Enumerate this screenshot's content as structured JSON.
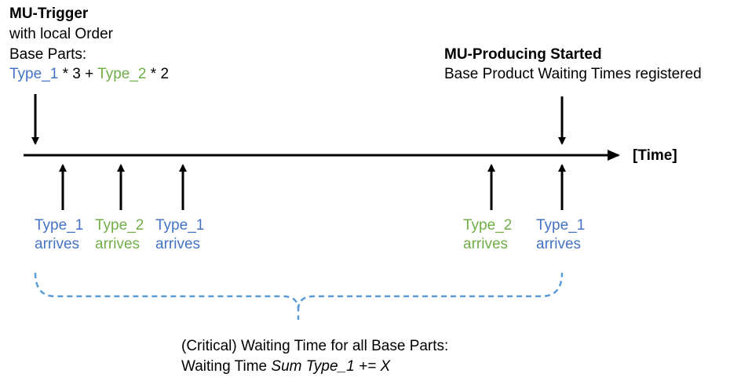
{
  "trigger": {
    "title": "MU-Trigger",
    "subtitle": "with local Order",
    "base_parts_label": "Base Parts:",
    "formula": {
      "type1": "Type_1",
      "mult1": " * 3 + ",
      "type2": "Type_2",
      "mult2": " * 2"
    }
  },
  "producing": {
    "title": "MU-Producing Started",
    "subtitle": "Base Product Waiting Times registered"
  },
  "timeline": {
    "axis_label": "[Time]"
  },
  "arrivals": [
    {
      "type": "Type_1",
      "action": "arrives",
      "color": "#4472C4"
    },
    {
      "type": "Type_2",
      "action": "arrives",
      "color": "#70AD47"
    },
    {
      "type": "Type_1",
      "action": "arrives",
      "color": "#4472C4"
    },
    {
      "type": "Type_2",
      "action": "arrives",
      "color": "#70AD47"
    },
    {
      "type": "Type_1",
      "action": "arrives",
      "color": "#4472C4"
    }
  ],
  "summary": {
    "line1": "(Critical) Waiting Time for all Base Parts:",
    "line2_prefix": "Waiting Time ",
    "line2_italic": "Sum Type_1 += X"
  },
  "colors": {
    "type1": "#4472C4",
    "type2": "#70AD47",
    "brace": "#5B9BD5"
  }
}
